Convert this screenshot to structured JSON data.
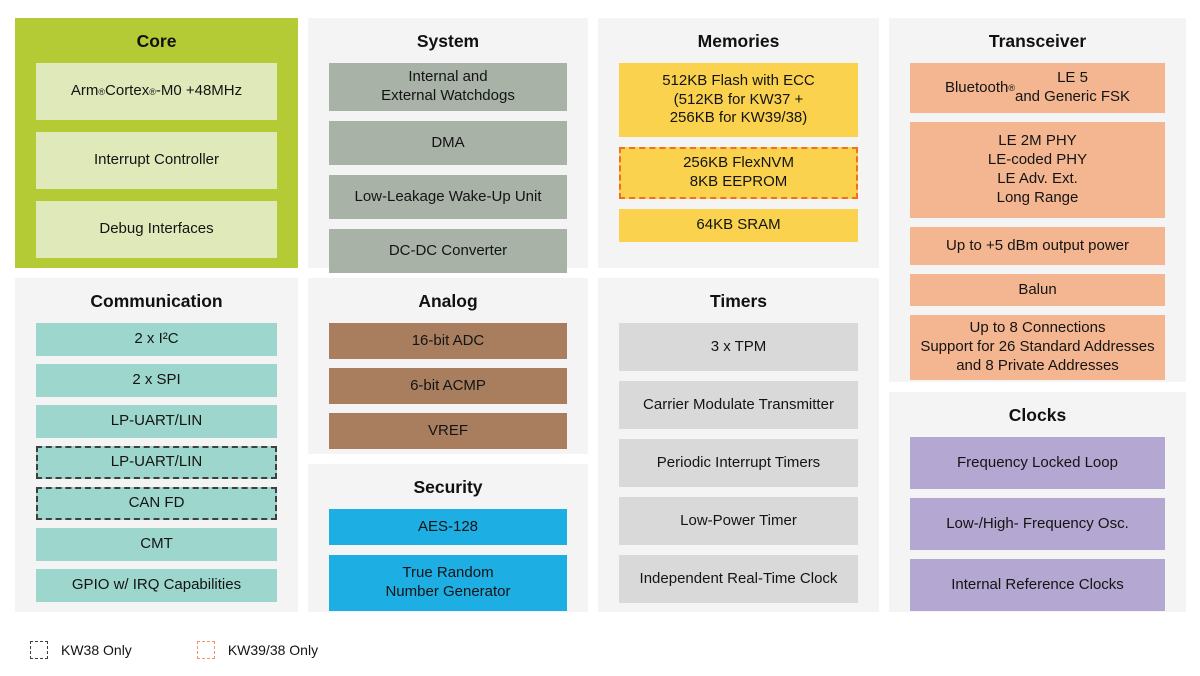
{
  "sections": {
    "core": {
      "title": "Core",
      "items": [
        "Arm® Cortex®-M0 +48MHz",
        "Interrupt Controller",
        "Debug Interfaces"
      ]
    },
    "communication": {
      "title": "Communication",
      "items": [
        "2 x I²C",
        "2 x SPI",
        "LP-UART/LIN",
        "LP-UART/LIN",
        "CAN FD",
        "CMT",
        "GPIO w/ IRQ Capabilities"
      ]
    },
    "system": {
      "title": "System",
      "items": [
        "Internal and\nExternal Watchdogs",
        "DMA",
        "Low-Leakage Wake-Up Unit",
        "DC-DC Converter"
      ]
    },
    "analog": {
      "title": "Analog",
      "items": [
        "16-bit ADC",
        "6-bit ACMP",
        "VREF"
      ]
    },
    "security": {
      "title": "Security",
      "items": [
        "AES-128",
        "True Random\nNumber Generator"
      ]
    },
    "memories": {
      "title": "Memories",
      "items": [
        "512KB Flash with ECC\n(512KB for KW37 +\n256KB for KW39/38)",
        "256KB FlexNVM\n8KB EEPROM",
        "64KB SRAM"
      ]
    },
    "timers": {
      "title": "Timers",
      "items": [
        "3 x TPM",
        "Carrier Modulate Transmitter",
        "Periodic Interrupt Timers",
        "Low-Power Timer",
        "Independent Real-Time Clock"
      ]
    },
    "transceiver": {
      "title": "Transceiver",
      "items": [
        "Bluetooth® LE 5\nand Generic FSK",
        "LE 2M PHY\nLE-coded PHY\nLE Adv. Ext.\nLong Range",
        "Up to +5 dBm output power",
        "Balun",
        "Up to 8 Connections\nSupport for 26 Standard Addresses\nand 8 Private Addresses"
      ]
    },
    "clocks": {
      "title": "Clocks",
      "items": [
        "Frequency Locked Loop",
        "Low-/High- Frequency Osc.",
        "Internal Reference Clocks"
      ]
    }
  },
  "legend": {
    "kw38": "KW38 Only",
    "kw39_38": "KW39/38 Only"
  },
  "colors": {
    "core_bg": "#b5cb35",
    "core_item": "#e0e9ba",
    "panel_bg": "#f4f4f4",
    "communication_item": "#9dd6cc",
    "system_item": "#a8b2a7",
    "analog_item": "#a87e5f",
    "security_item": "#1daee3",
    "memories_item": "#fad24e",
    "timers_item": "#d9d9d9",
    "transceiver_item": "#f3b691",
    "clocks_item": "#b4a7d1",
    "dashed_kw38_border": "#3f3f3f",
    "dashed_kw39_38_border": "#f26f21"
  }
}
